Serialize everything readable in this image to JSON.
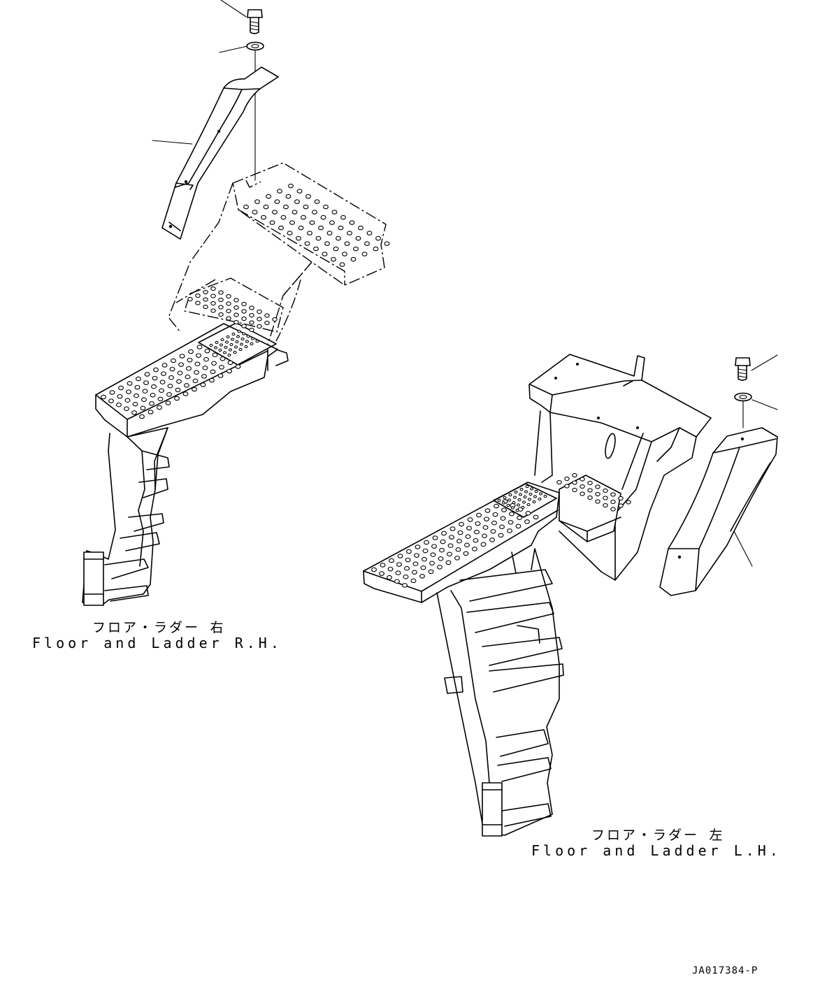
{
  "labels": {
    "rh_japanese": "フロア・ラダー 右",
    "rh_english": "Floor and Ladder R.H.",
    "lh_japanese": "フロア・ラダー 左",
    "lh_english": "Floor and Ladder L.H."
  },
  "drawing_number": "JA017384-P"
}
